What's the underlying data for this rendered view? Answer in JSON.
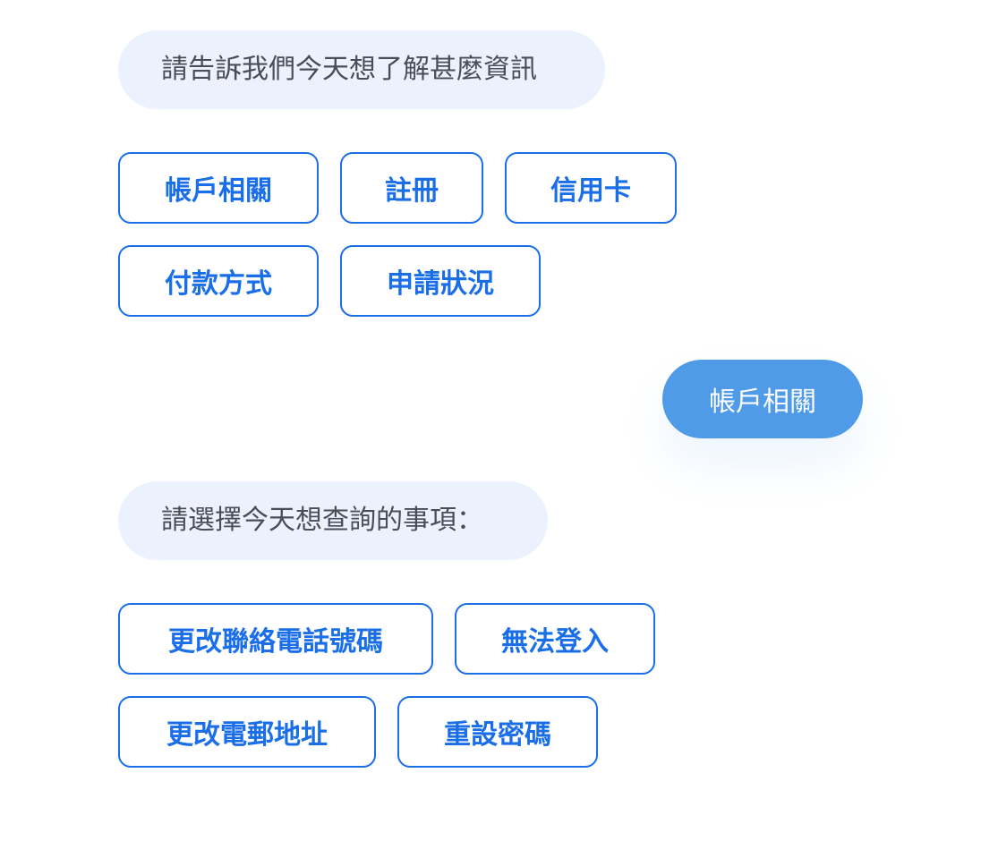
{
  "conversation": {
    "bot_prompt_1": "請告訴我們今天想了解甚麼資訊",
    "options_1": [
      "帳戶相關",
      "註冊",
      "信用卡",
      "付款方式",
      "申請狀況"
    ],
    "user_reply": "帳戶相關",
    "bot_prompt_2": "請選擇今天想查詢的事項：",
    "options_2": [
      "更改聯絡電話號碼",
      "無法登入",
      "更改電郵地址",
      "重設密碼"
    ]
  },
  "colors": {
    "bot_bubble_bg": "#ecf2fd",
    "bot_text": "#4a4d55",
    "option_accent": "#1a6ee8",
    "user_bubble_bg": "#4f9be8",
    "user_text": "#ffffff"
  }
}
